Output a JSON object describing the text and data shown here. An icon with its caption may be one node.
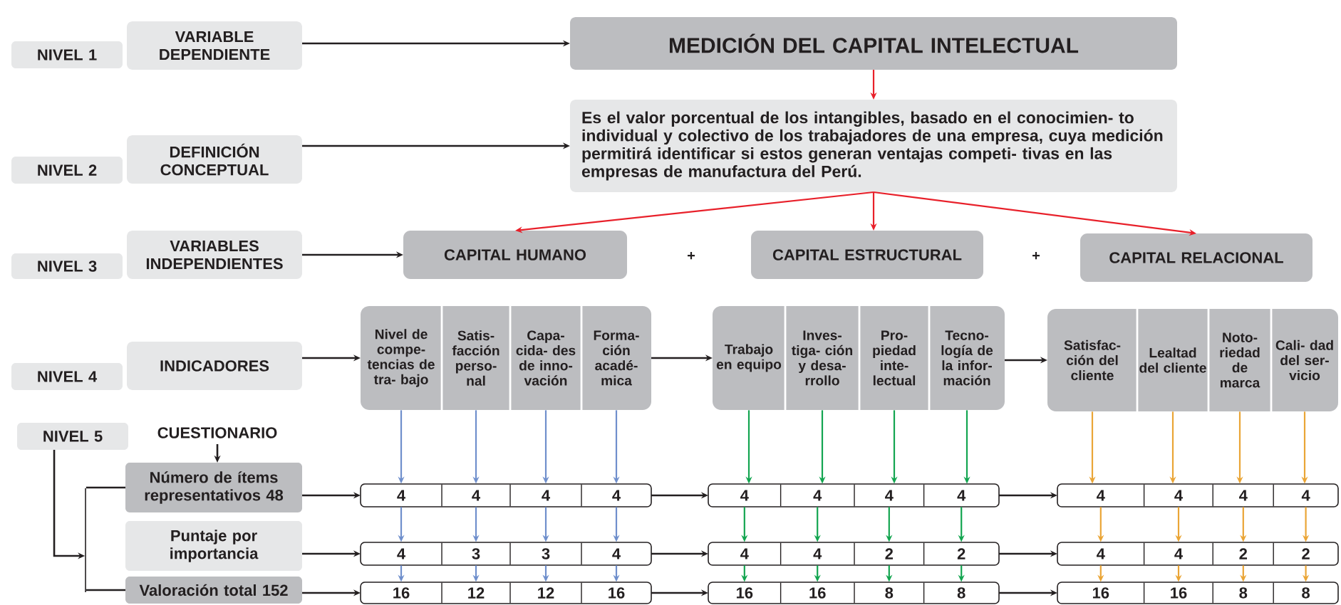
{
  "diagram": {
    "nodes": [
      {
        "text": [
          "NIVEL 1"
        ]
      },
      {
        "text": [
          "VARIABLE DEPENDIENTE"
        ]
      },
      {
        "text": [
          "MEDICIÓN DEL CAPITAL INTELECTUAL"
        ]
      },
      {
        "text": [
          "NIVEL 2"
        ]
      },
      {
        "text": [
          "DEFINICIÓN CONCEPTUAL"
        ]
      },
      {
        "text": [
          "Es el valor porcentual de los intangibles, basado en el conocimien- to individual y colectivo de los trabajadores de una empresa, cuya medición permitirá identificar si estos generan ventajas competi- tivas en las empresas de manufactura del Perú."
        ]
      },
      {
        "text": [
          "NIVEL 3"
        ]
      },
      {
        "text": [
          "VARIABLES INDEPENDIENTES"
        ]
      },
      {
        "text": [
          "CAPITAL HUMANO"
        ]
      },
      {
        "text": [
          "CAPITAL ESTRUCTURAL"
        ]
      },
      {
        "text": [
          "CAPITAL RELACIONAL"
        ]
      },
      {
        "text": [
          "NIVEL 4"
        ]
      },
      {
        "text": [
          "INDICADORES"
        ]
      },
      {
        "text": [],
        "shape": "box"
      },
      {
        "text": [
          "Nivel de compe- tencias de tra- bajo"
        ],
        "in": 13
      },
      {
        "text": [
          "Satis- facción perso- nal"
        ],
        "in": 13
      },
      {
        "text": [
          "Capa- cida- des de inno- vación"
        ],
        "in": 13
      },
      {
        "text": [
          "Forma- ción acadé- mica"
        ],
        "in": 13
      },
      {
        "text": [],
        "shape": "box"
      },
      {
        "text": [
          "Trabajo en equipo"
        ],
        "in": 18
      },
      {
        "text": [
          "Inves- tiga- ción y desa- rrollo"
        ],
        "in": 18
      },
      {
        "text": [
          "Pro- piedad inte- lectual"
        ],
        "in": 18
      },
      {
        "text": [
          "Tecno- logía de la infor- mación"
        ],
        "in": 18
      },
      {
        "text": [],
        "shape": "box"
      },
      {
        "text": [
          "Satisfac- ción del cliente"
        ],
        "in": 23
      },
      {
        "text": [
          "Lealtad del cliente"
        ],
        "in": 23
      },
      {
        "text": [
          "Noto- riedad de marca"
        ],
        "in": 23
      },
      {
        "text": [
          "Cali- dad del ser- vicio"
        ],
        "in": 23
      },
      {
        "text": [
          "NIVEL 5"
        ]
      },
      {
        "text": [
          "CUESTIONARIO"
        ]
      },
      {
        "text": [
          "Número de ítems representativos 48"
        ]
      },
      {
        "text": [],
        "shape": "box"
      },
      {
        "text": [
          "4"
        ],
        "in": 31
      },
      {
        "text": [
          "4"
        ],
        "in": 31
      },
      {
        "text": [
          "4"
        ],
        "in": 31
      },
      {
        "text": [
          "4"
        ],
        "in": 31
      },
      {
        "text": [],
        "shape": "box"
      },
      {
        "text": [
          "4"
        ],
        "in": 36
      },
      {
        "text": [
          "4"
        ],
        "in": 36
      },
      {
        "text": [
          "4"
        ],
        "in": 36
      },
      {
        "text": [
          "4"
        ],
        "in": 36
      },
      {
        "text": [],
        "shape": "box"
      },
      {
        "text": [
          "4"
        ],
        "in": 41
      },
      {
        "text": [
          "4"
        ],
        "in": 41
      },
      {
        "text": [
          "4"
        ],
        "in": 41
      },
      {
        "text": [
          "4"
        ],
        "in": 41
      },
      {
        "text": [
          "Puntaje por importancia"
        ]
      },
      {
        "text": [],
        "shape": "box"
      },
      {
        "text": [
          "4"
        ],
        "in": 47
      },
      {
        "text": [
          "3"
        ],
        "in": 47
      },
      {
        "text": [
          "3"
        ],
        "in": 47
      },
      {
        "text": [
          "4"
        ],
        "in": 47
      },
      {
        "text": [],
        "shape": "box"
      },
      {
        "text": [
          "4"
        ],
        "in": 52
      },
      {
        "text": [
          "4"
        ],
        "in": 52
      },
      {
        "text": [
          "2"
        ],
        "in": 52
      },
      {
        "text": [
          "2"
        ],
        "in": 52
      },
      {
        "text": [],
        "shape": "box"
      },
      {
        "text": [
          "4"
        ],
        "in": 57
      },
      {
        "text": [
          "4"
        ],
        "in": 57
      },
      {
        "text": [
          "2"
        ],
        "in": 57
      },
      {
        "text": [
          "2"
        ],
        "in": 57
      },
      {
        "text": [
          "Valoración total 152"
        ]
      },
      {
        "text": [],
        "shape": "box"
      },
      {
        "text": [
          "16"
        ],
        "in": 63
      },
      {
        "text": [
          "12"
        ],
        "in": 63
      },
      {
        "text": [
          "12"
        ],
        "in": 63
      },
      {
        "text": [
          "16"
        ],
        "in": 63
      },
      {
        "text": [],
        "shape": "box"
      },
      {
        "text": [
          "16"
        ],
        "in": 68
      },
      {
        "text": [
          "16"
        ],
        "in": 68
      },
      {
        "text": [
          "8"
        ],
        "in": 68
      },
      {
        "text": [
          "8"
        ],
        "in": 68
      },
      {
        "text": [],
        "shape": "box"
      },
      {
        "text": [
          "16"
        ],
        "in": 73
      },
      {
        "text": [
          "16"
        ],
        "in": 73
      },
      {
        "text": [
          "8"
        ],
        "in": 73
      },
      {
        "text": [
          "8"
        ],
        "in": 73
      },
      {
        "text": [],
        "shape": "bar"
      }
    ],
    "edges": [
      {
        "from": 1,
        "to": 2,
        "arrow": "to"
      },
      {
        "from": 2,
        "to": 5,
        "arrow": "to",
        "color": "#e8202a"
      },
      {
        "from": 4,
        "to": 5,
        "arrow": "to"
      },
      {
        "from": 5,
        "to": 8,
        "arrow": "to",
        "color": "#e8202a"
      },
      {
        "from": 5,
        "to": 9,
        "arrow": "to",
        "color": "#e8202a"
      },
      {
        "from": 5,
        "to": 10,
        "arrow": "to",
        "color": "#e8202a"
      },
      {
        "from": 7,
        "to": 8,
        "arrow": "to"
      },
      {
        "from": 12,
        "to": 13,
        "arrow": "to"
      },
      {
        "from": 13,
        "to": 18,
        "arrow": "to"
      },
      {
        "from": 18,
        "to": 23,
        "arrow": "to"
      },
      {
        "from": 29,
        "to": 30,
        "arrow": "to"
      },
      {
        "from": 28,
        "to": 78,
        "arrow": "to"
      },
      {
        "from": 78,
        "to": 30,
        "arrow": "none"
      },
      {
        "from": 78,
        "to": 62,
        "arrow": "none"
      },
      {
        "from": 30,
        "to": 31,
        "arrow": "to"
      },
      {
        "from": 31,
        "to": 36,
        "arrow": "to"
      },
      {
        "from": 36,
        "to": 41,
        "arrow": "to"
      },
      {
        "from": 46,
        "to": 47,
        "arrow": "to"
      },
      {
        "from": 47,
        "to": 52,
        "arrow": "to"
      },
      {
        "from": 52,
        "to": 57,
        "arrow": "to"
      },
      {
        "from": 62,
        "to": 63,
        "arrow": "to"
      },
      {
        "from": 63,
        "to": 68,
        "arrow": "to"
      },
      {
        "from": 68,
        "to": 73,
        "arrow": "to"
      },
      {
        "from": 14,
        "to": 32,
        "arrow": "to",
        "color": "#6f8fcc"
      },
      {
        "from": 32,
        "to": 48,
        "arrow": "to",
        "color": "#6f8fcc"
      },
      {
        "from": 48,
        "to": 64,
        "arrow": "to",
        "color": "#6f8fcc"
      },
      {
        "from": 15,
        "to": 33,
        "arrow": "to",
        "color": "#6f8fcc"
      },
      {
        "from": 33,
        "to": 49,
        "arrow": "to",
        "color": "#6f8fcc"
      },
      {
        "from": 49,
        "to": 65,
        "arrow": "to",
        "color": "#6f8fcc"
      },
      {
        "from": 16,
        "to": 34,
        "arrow": "to",
        "color": "#6f8fcc"
      },
      {
        "from": 34,
        "to": 50,
        "arrow": "to",
        "color": "#6f8fcc"
      },
      {
        "from": 50,
        "to": 66,
        "arrow": "to",
        "color": "#6f8fcc"
      },
      {
        "from": 17,
        "to": 35,
        "arrow": "to",
        "color": "#6f8fcc"
      },
      {
        "from": 35,
        "to": 51,
        "arrow": "to",
        "color": "#6f8fcc"
      },
      {
        "from": 51,
        "to": 67,
        "arrow": "to",
        "color": "#6f8fcc"
      },
      {
        "from": 19,
        "to": 37,
        "arrow": "to",
        "color": "#13a550"
      },
      {
        "from": 37,
        "to": 53,
        "arrow": "to",
        "color": "#13a550"
      },
      {
        "from": 53,
        "to": 69,
        "arrow": "to",
        "color": "#13a550"
      },
      {
        "from": 20,
        "to": 38,
        "arrow": "to",
        "color": "#13a550"
      },
      {
        "from": 38,
        "to": 54,
        "arrow": "to",
        "color": "#13a550"
      },
      {
        "from": 54,
        "to": 70,
        "arrow": "to",
        "color": "#13a550"
      },
      {
        "from": 21,
        "to": 39,
        "arrow": "to",
        "color": "#13a550"
      },
      {
        "from": 39,
        "to": 55,
        "arrow": "to",
        "color": "#13a550"
      },
      {
        "from": 55,
        "to": 71,
        "arrow": "to",
        "color": "#13a550"
      },
      {
        "from": 22,
        "to": 40,
        "arrow": "to",
        "color": "#13a550"
      },
      {
        "from": 40,
        "to": 56,
        "arrow": "to",
        "color": "#13a550"
      },
      {
        "from": 56,
        "to": 72,
        "arrow": "to",
        "color": "#13a550"
      },
      {
        "from": 24,
        "to": 42,
        "arrow": "to",
        "color": "#eaa536"
      },
      {
        "from": 42,
        "to": 58,
        "arrow": "to",
        "color": "#eaa536"
      },
      {
        "from": 58,
        "to": 74,
        "arrow": "to",
        "color": "#eaa536"
      },
      {
        "from": 25,
        "to": 43,
        "arrow": "to",
        "color": "#eaa536"
      },
      {
        "from": 43,
        "to": 59,
        "arrow": "to",
        "color": "#eaa536"
      },
      {
        "from": 59,
        "to": 75,
        "arrow": "to",
        "color": "#eaa536"
      },
      {
        "from": 26,
        "to": 44,
        "arrow": "to",
        "color": "#eaa536"
      },
      {
        "from": 44,
        "to": 60,
        "arrow": "to",
        "color": "#eaa536"
      },
      {
        "from": 60,
        "to": 76,
        "arrow": "to",
        "color": "#eaa536"
      },
      {
        "from": 27,
        "to": 45,
        "arrow": "to",
        "color": "#eaa536"
      },
      {
        "from": 45,
        "to": 61,
        "arrow": "to",
        "color": "#eaa536"
      },
      {
        "from": 61,
        "to": 77,
        "arrow": "to",
        "color": "#eaa536"
      }
    ],
    "labels": [
      "+",
      "+"
    ]
  }
}
